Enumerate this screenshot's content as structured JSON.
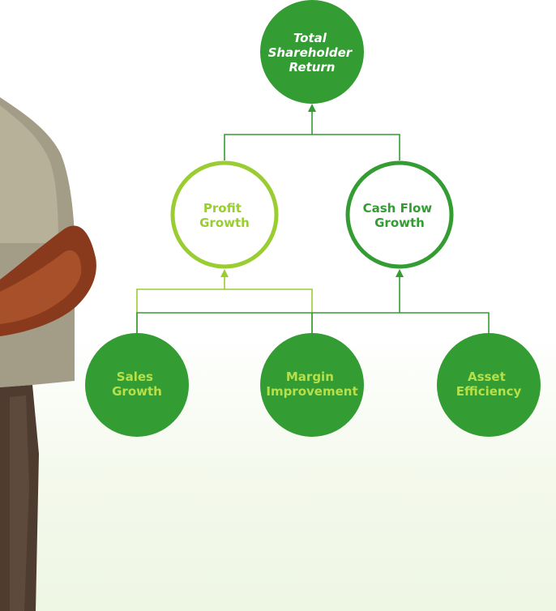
{
  "nodes": {
    "total_shareholder_return": {
      "lines": [
        "Total",
        "Shareholder",
        "Return"
      ]
    },
    "profit_growth": {
      "lines": [
        "Profit",
        "Growth"
      ]
    },
    "cash_flow_growth": {
      "lines": [
        "Cash Flow",
        "Growth"
      ]
    },
    "sales_growth": {
      "lines": [
        "Sales",
        "Growth"
      ]
    },
    "margin_improvement": {
      "lines": [
        "Margin",
        "Improvement"
      ]
    },
    "asset_efficiency": {
      "lines": [
        "Asset",
        "Efficiency"
      ]
    }
  },
  "colors": {
    "dark_green": "#339c33",
    "light_green": "#9acd32",
    "node_text_light": "#b5e04a",
    "white": "#ffffff"
  }
}
